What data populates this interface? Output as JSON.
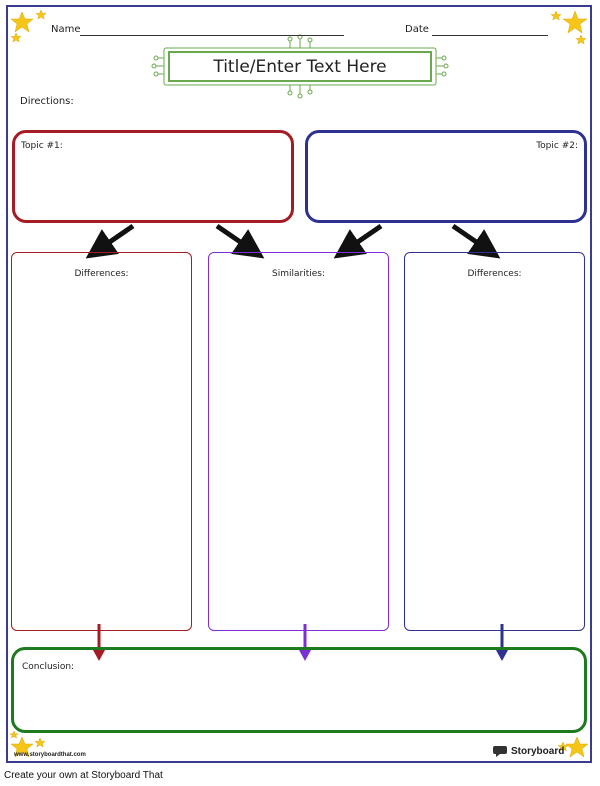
{
  "header": {
    "name_label": "Name",
    "date_label": "Date"
  },
  "title": "Title/Enter Text Here",
  "directions_label": "Directions:",
  "topics": [
    {
      "label": "Topic #1:",
      "color": "#a51c24"
    },
    {
      "label": "Topic #2:",
      "color": "#2e3192"
    }
  ],
  "columns": [
    {
      "label": "Differences:",
      "color": "#a51c24"
    },
    {
      "label": "Similarities:",
      "color": "#7b2fd6"
    },
    {
      "label": "Differences:",
      "color": "#2e3192"
    }
  ],
  "conclusion": {
    "label": "Conclusion:",
    "color": "#1e7a1e"
  },
  "watermark_left": "www.storyboardthat.com",
  "watermark_right": "Storyboard",
  "footer_text": "Create your own at Storyboard That",
  "colors": {
    "title_border": "#6aa84f",
    "page_border": "#3b3b8f",
    "star": "#f5c518",
    "arrow": "#111111"
  }
}
